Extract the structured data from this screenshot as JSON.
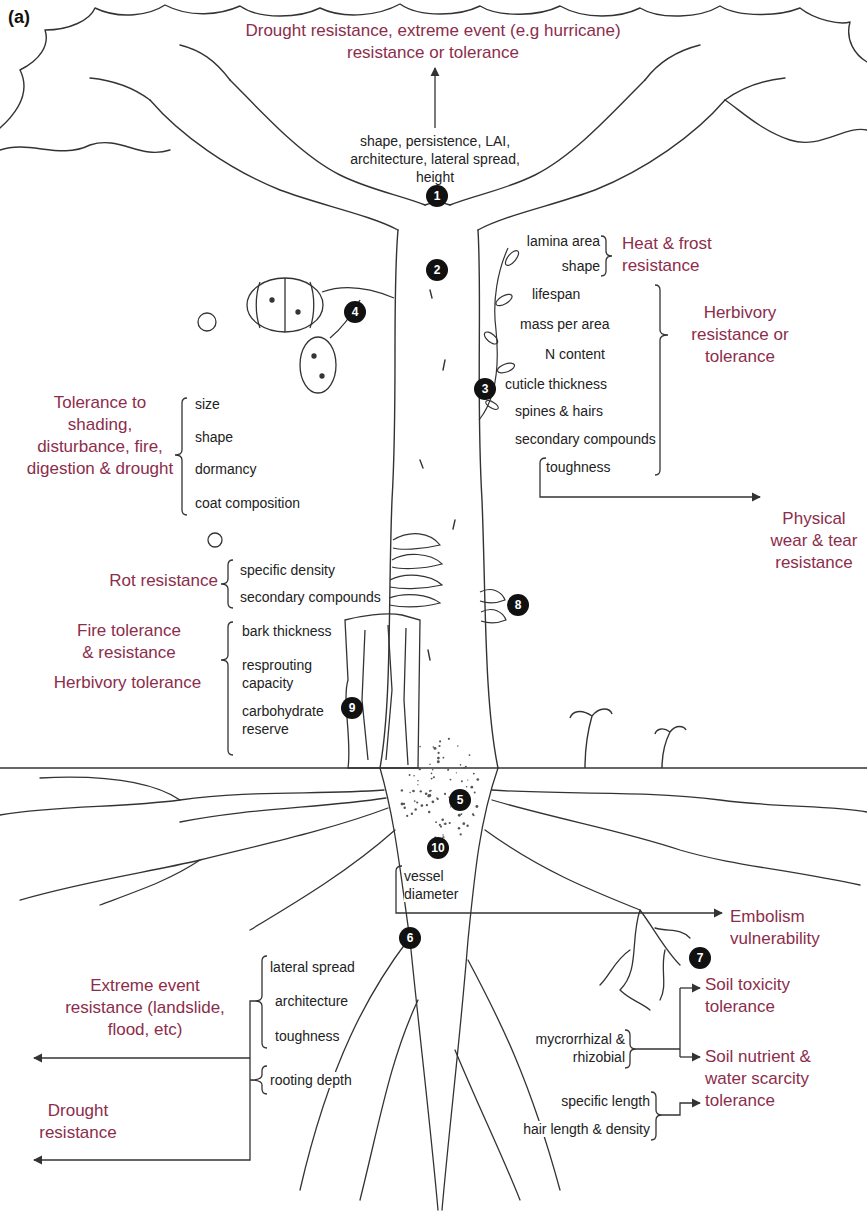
{
  "diagram": {
    "nodes": [
      {
        "text": [
          "1"
        ]
      },
      {
        "text": [
          "2"
        ]
      },
      {
        "text": [
          "3"
        ]
      },
      {
        "text": [
          "4"
        ]
      },
      {
        "text": [
          "5"
        ]
      },
      {
        "text": [
          "6"
        ]
      },
      {
        "text": [
          "7"
        ]
      },
      {
        "text": [
          "8"
        ]
      },
      {
        "text": [
          "9"
        ]
      },
      {
        "text": [
          "10"
        ]
      }
    ],
    "labels": [
      "(a)",
      "Drought resistance, extreme event (e.g hurricane) resistance or tolerance",
      "shape, persistence, LAI, architecture, lateral spread, height",
      "lamina area",
      "shape",
      "Heat & frost resistance",
      "lifespan",
      "mass per area",
      "N content",
      "cuticle thickness",
      "spines & hairs",
      "secondary compounds",
      "toughness",
      "Herbivory resistance or tolerance",
      "Physical wear & tear resistance",
      "Tolerance to shading, disturbance, fire, digestion & drought",
      "size",
      "shape",
      "dormancy",
      "coat composition",
      "Rot resistance",
      "specific density",
      "secondary compounds",
      "Fire tolerance & resistance",
      "Herbivory tolerance",
      "bark thickness",
      "resprouting capacity",
      "carbohydrate reserve",
      "vessel diameter",
      "Embolism vulnerability",
      "lateral spread",
      "architecture",
      "toughness",
      "Extreme event resistance (landslide, flood, etc)",
      "rooting depth",
      "Drought resistance",
      "Soil toxicity tolerance",
      "mycrorrhizal & rhizobial",
      "Soil nutrient & water scarcity tolerance",
      "specific length",
      "hair length & density"
    ]
  }
}
